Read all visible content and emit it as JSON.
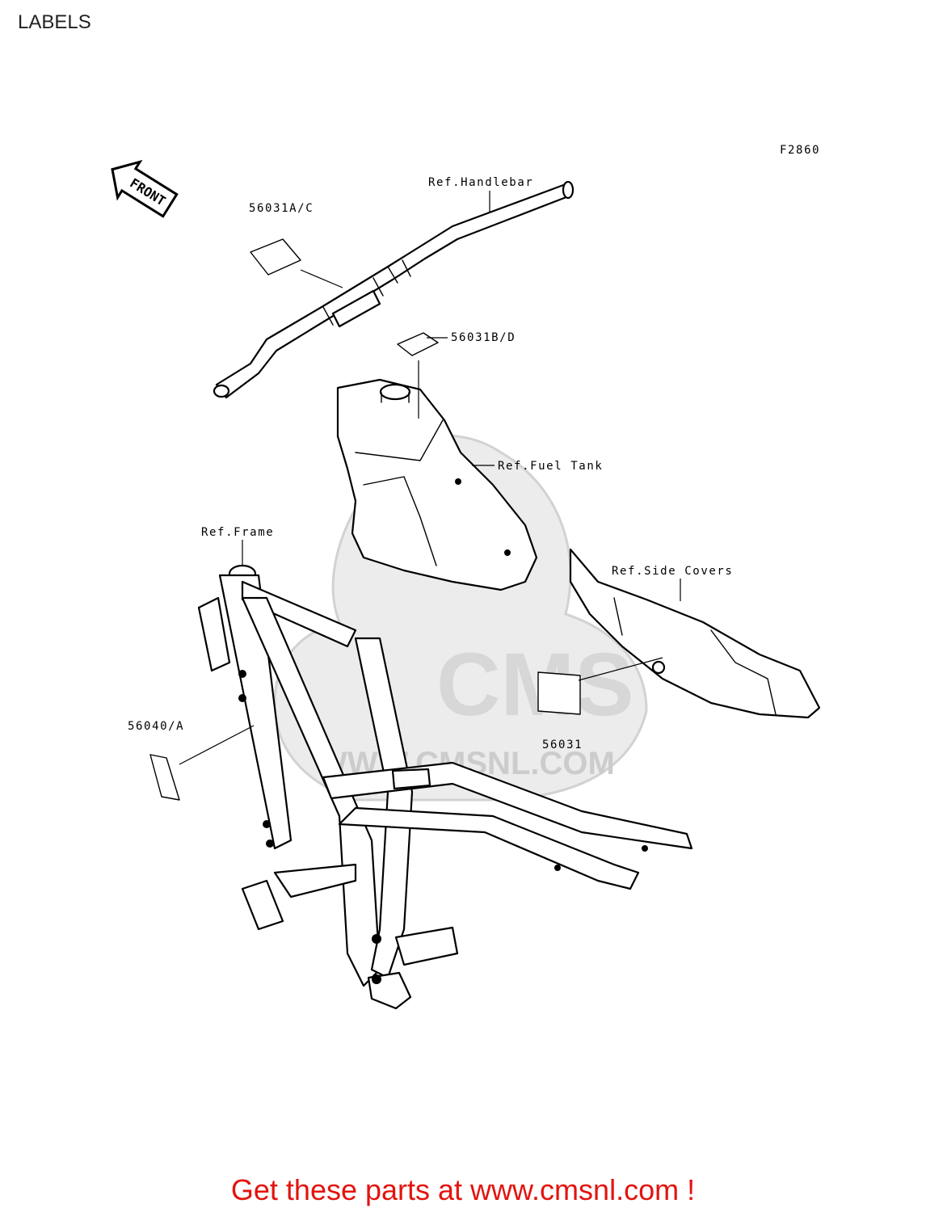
{
  "page": {
    "title": "LABELS",
    "footer": "Get these parts at www.cmsnl.com !"
  },
  "diagram": {
    "figure_code": "F2860",
    "front_arrow": "FRONT",
    "labels": {
      "handlebar_ref": "Ref.Handlebar",
      "handlebar_label": "56031A/C",
      "tank_label": "56031B/D",
      "fuel_tank_ref": "Ref.Fuel Tank",
      "frame_ref": "Ref.Frame",
      "side_covers_ref": "Ref.Side Covers",
      "side_cover_label": "56031",
      "frame_label": "56040/A"
    },
    "watermark": {
      "brand": "CMS",
      "url": "WWW.CMSNL.COM"
    }
  }
}
